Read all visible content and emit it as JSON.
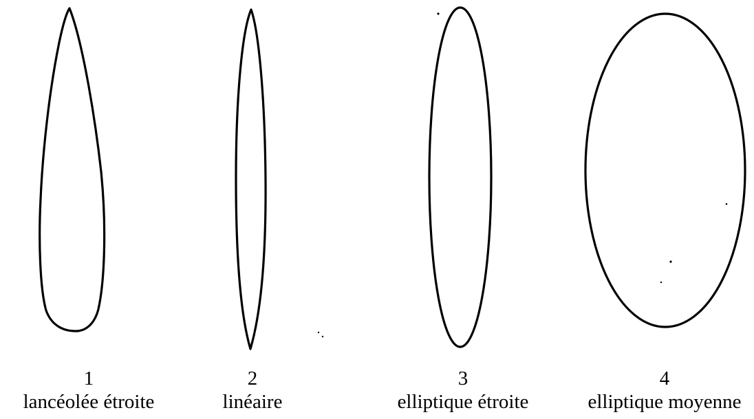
{
  "shapes": [
    {
      "number": "1",
      "label": "lancéolée étroite"
    },
    {
      "number": "2",
      "label": "linéaire"
    },
    {
      "number": "3",
      "label": "elliptique étroite"
    },
    {
      "number": "4",
      "label": "elliptique moyenne"
    }
  ],
  "colors": {
    "stroke": "#000000",
    "background": "#ffffff"
  }
}
